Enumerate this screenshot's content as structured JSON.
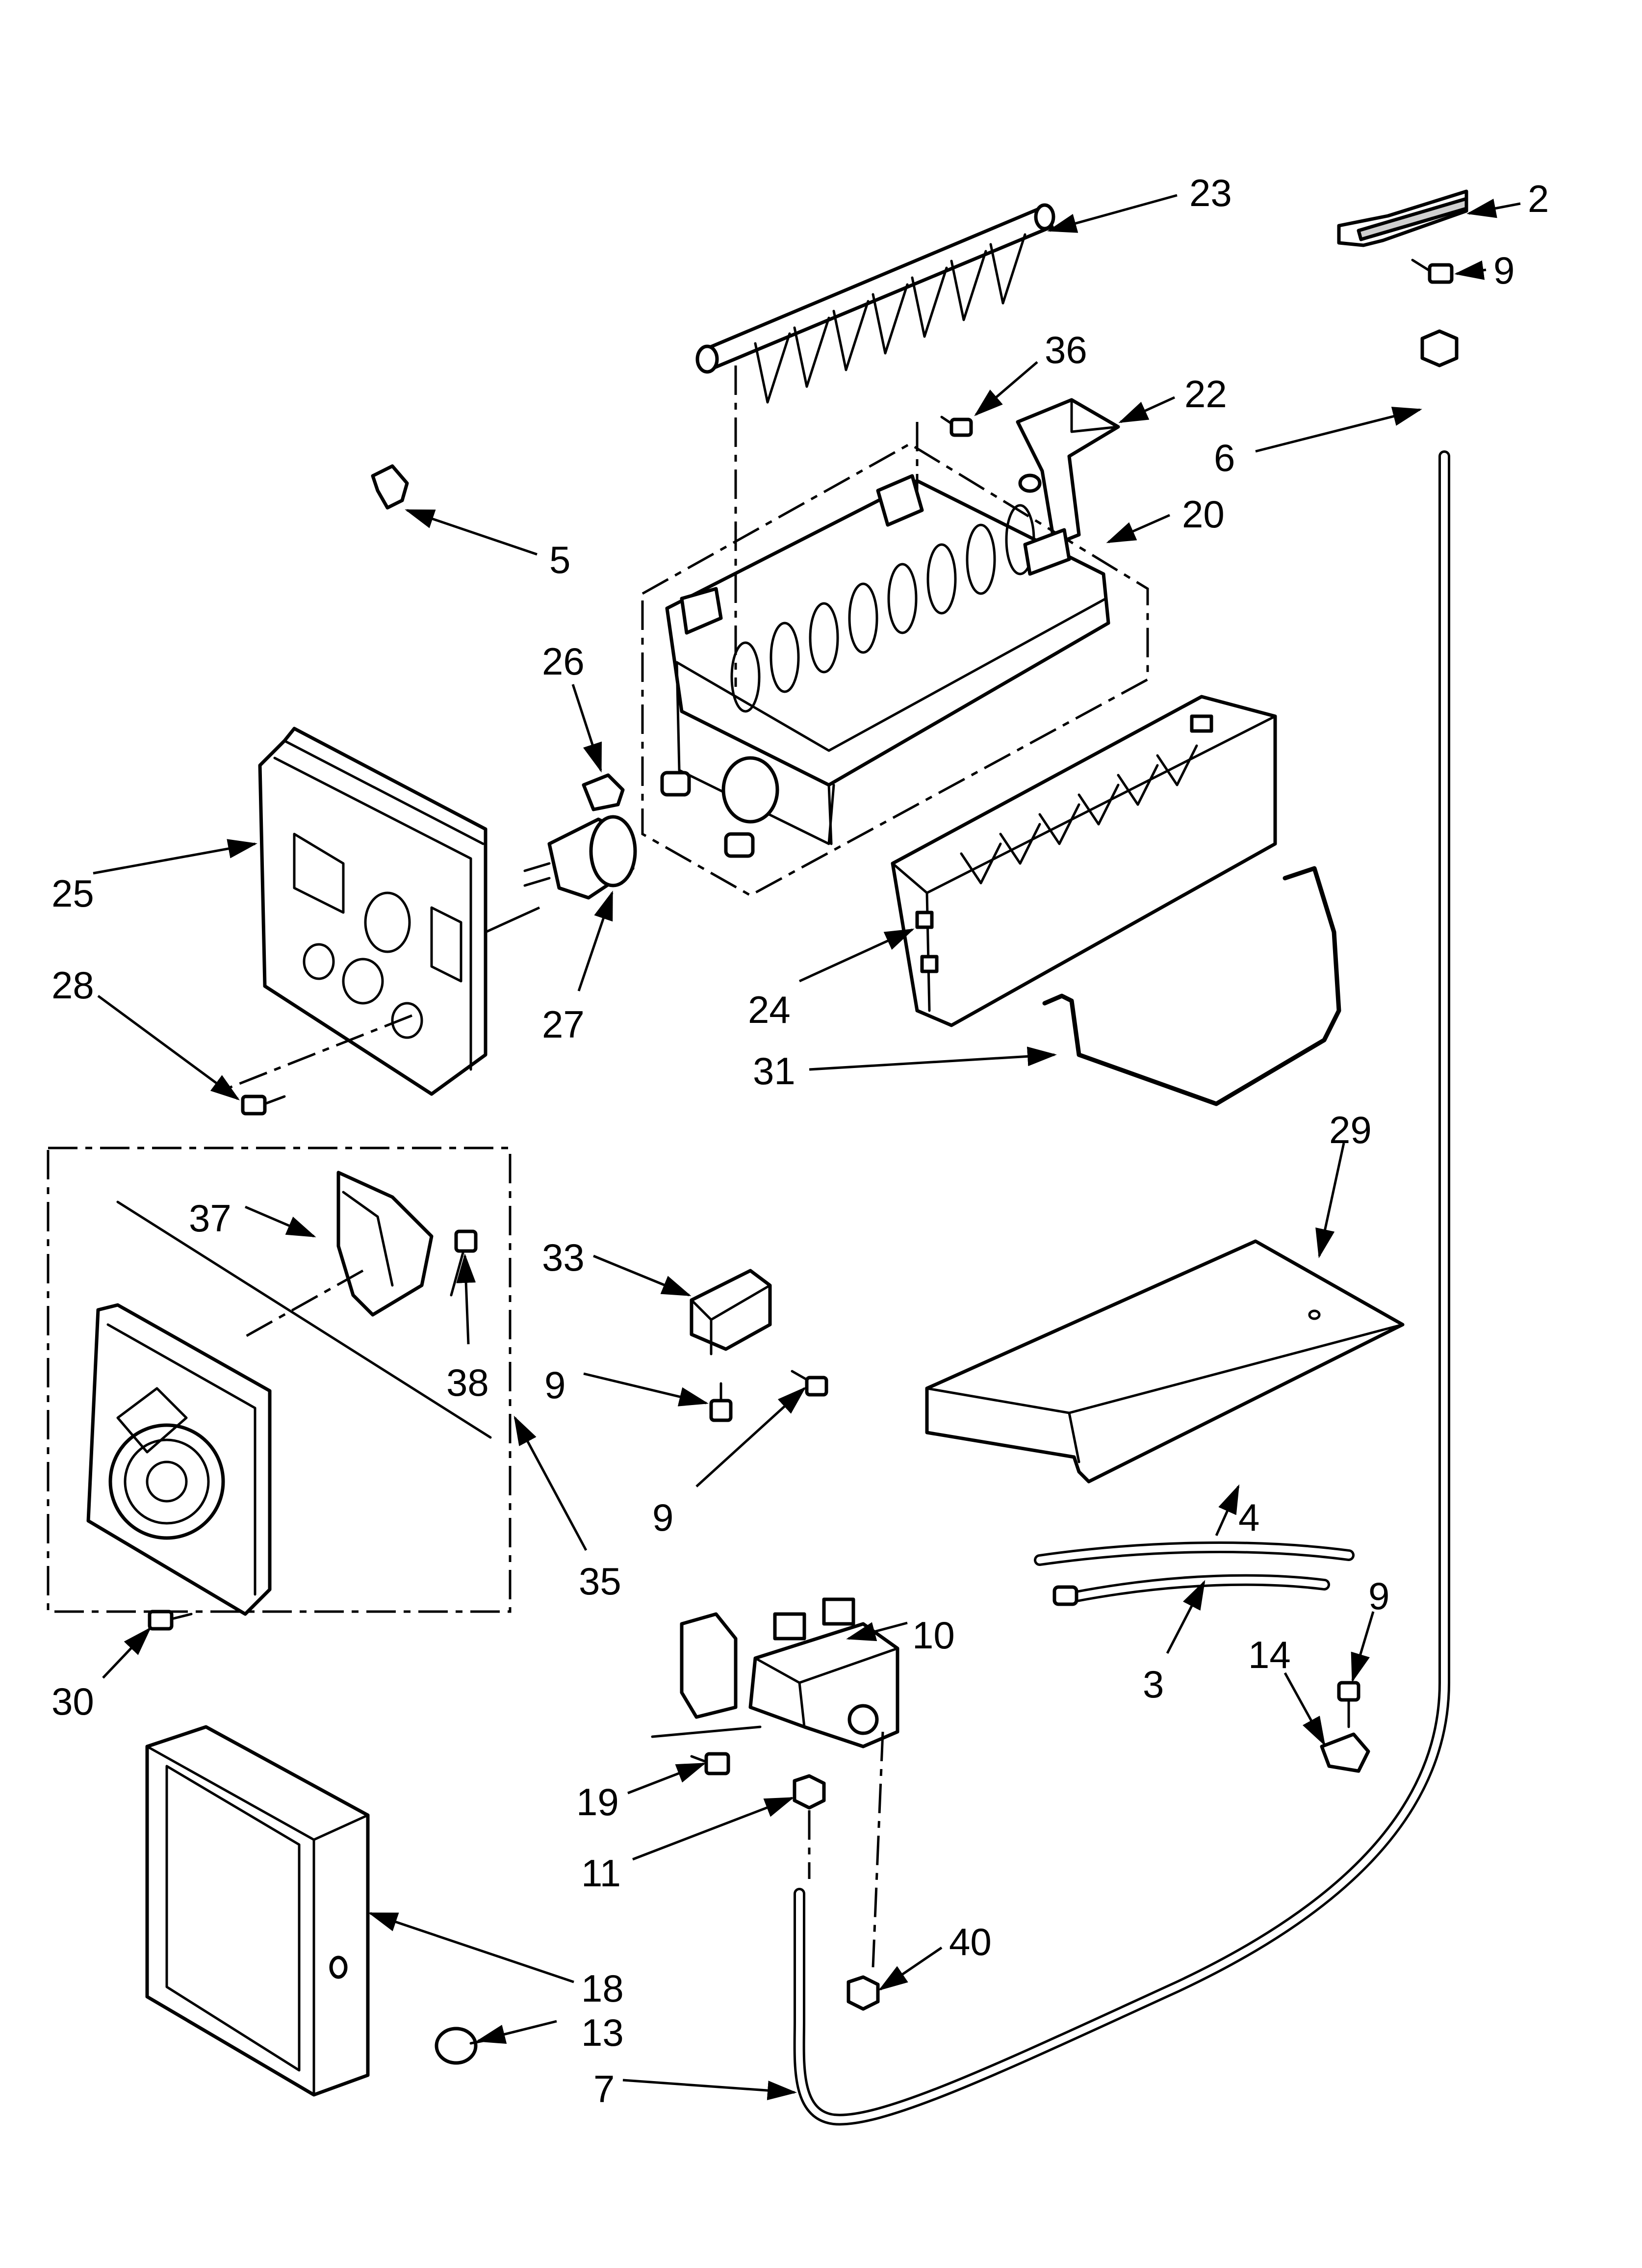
{
  "callouts": {
    "c2": "2",
    "c3": "3",
    "c4": "4",
    "c5": "5",
    "c6": "6",
    "c7": "7",
    "c9a": "9",
    "c9b": "9",
    "c9c": "9",
    "c9d": "9",
    "c10": "10",
    "c11": "11",
    "c13": "13",
    "c14": "14",
    "c18": "18",
    "c19": "19",
    "c20": "20",
    "c22": "22",
    "c23": "23",
    "c24": "24",
    "c25": "25",
    "c26": "26",
    "c27": "27",
    "c28": "28",
    "c29": "29",
    "c30": "30",
    "c31": "31",
    "c33": "33",
    "c35": "35",
    "c36": "36",
    "c37": "37",
    "c38": "38",
    "c40": "40"
  }
}
